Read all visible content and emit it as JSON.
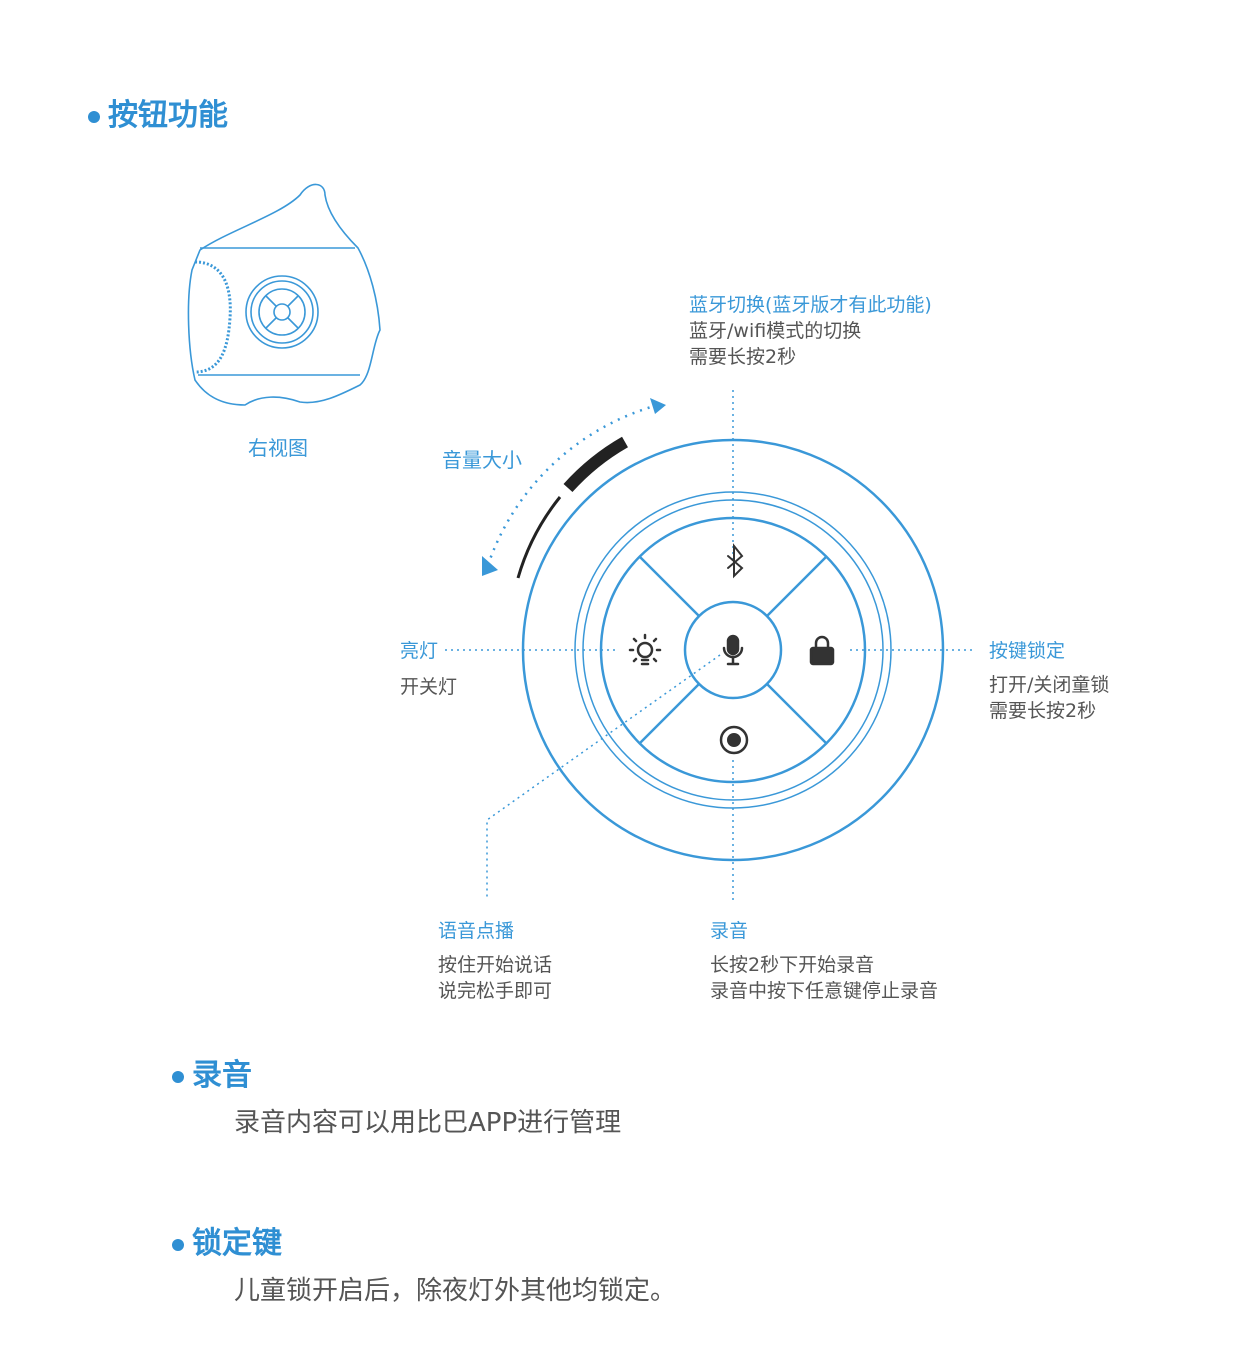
{
  "section_title": "按钮功能",
  "right_view_caption": "右视图",
  "volume_label": "音量大小",
  "colors": {
    "accent": "#3a98d8",
    "text": "#555555",
    "icon": "#333333"
  },
  "buttons": {
    "top": {
      "icon": "bluetooth-icon",
      "title": "蓝牙切换(蓝牙版才有此功能)",
      "lines": [
        "蓝牙/wifi模式的切换",
        "需要长按2秒"
      ]
    },
    "left": {
      "icon": "light-bulb-icon",
      "title": "亮灯",
      "lines": [
        "开关灯"
      ]
    },
    "right": {
      "icon": "lock-icon",
      "title": "按键锁定",
      "lines": [
        "打开/关闭童锁",
        "需要长按2秒"
      ]
    },
    "center": {
      "icon": "microphone-icon",
      "title": "语音点播",
      "lines": [
        "按住开始说话",
        "说完松手即可"
      ]
    },
    "bottom": {
      "icon": "record-icon",
      "title": "录音",
      "lines": [
        "长按2秒下开始录音",
        "录音中按下任意键停止录音"
      ]
    }
  },
  "sections": [
    {
      "title": "录音",
      "text": "录音内容可以用比巴APP进行管理"
    },
    {
      "title": "锁定键",
      "text": "儿童锁开启后，除夜灯外其他均锁定。"
    }
  ]
}
